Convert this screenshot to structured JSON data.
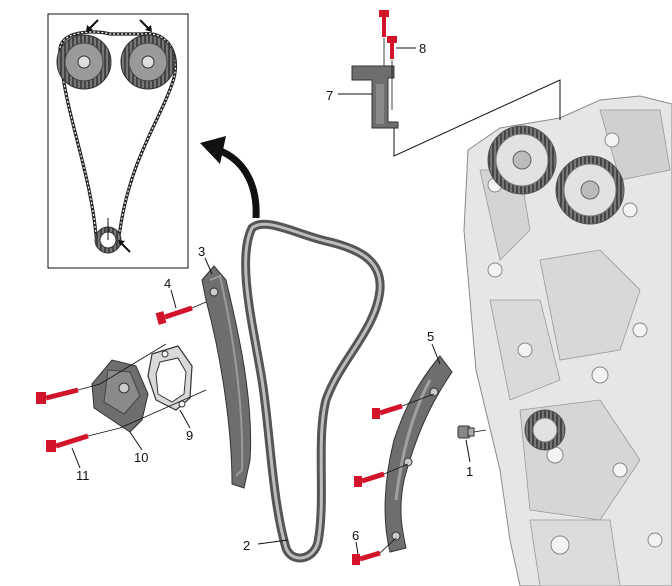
{
  "callouts": [
    {
      "id": "1",
      "label": "1"
    },
    {
      "id": "2",
      "label": "2"
    },
    {
      "id": "3",
      "label": "3"
    },
    {
      "id": "4",
      "label": "4"
    },
    {
      "id": "5",
      "label": "5"
    },
    {
      "id": "6",
      "label": "6"
    },
    {
      "id": "7",
      "label": "7"
    },
    {
      "id": "8",
      "label": "8"
    },
    {
      "id": "9",
      "label": "9"
    },
    {
      "id": "10",
      "label": "10"
    },
    {
      "id": "11",
      "label": "11"
    }
  ],
  "colors": {
    "bolt": "#d3132a",
    "part_dark": "#6e6e6e",
    "part_mid": "#8a8a8a",
    "engine_light": "#e6e6e6",
    "engine_shade": "#c9c9c9",
    "line": "#111111"
  },
  "icons": {
    "direction_arrow": "curved-arrow-icon",
    "inset_marker": "alignment-mark-arrow-icon"
  }
}
